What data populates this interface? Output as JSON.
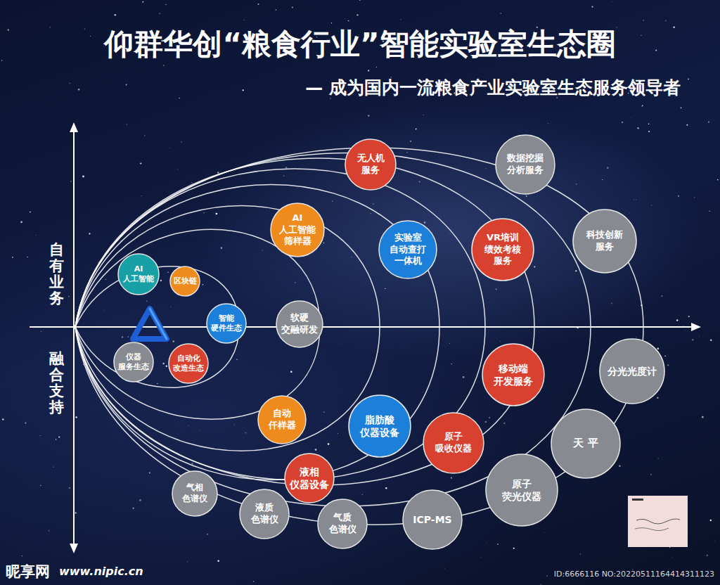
{
  "diagram": {
    "title": "仰群华创“粮食行业”智能实验室生态圈",
    "nodes": [
      {
        "text": [
          "无人机 服务"
        ]
      },
      {
        "text": [
          "数据挖掘 分析服务"
        ]
      },
      {
        "text": [
          "AI 人工智能 筛样器"
        ]
      },
      {
        "text": [
          "科技创新 服务"
        ]
      },
      {
        "text": [
          "实验室 自动查打 一体机"
        ]
      },
      {
        "text": [
          "VR培训 绩效考核 服务"
        ]
      },
      {
        "text": [
          "AI 人工智能"
        ]
      },
      {
        "text": [
          "区块链"
        ]
      },
      {
        "text": [
          "智能 硬件生态"
        ]
      },
      {
        "text": [
          "软硬 交融研发"
        ]
      },
      {
        "text": [
          "仪器 服务生态"
        ]
      },
      {
        "text": [
          "自动化 改造生态"
        ]
      },
      {
        "text": [
          "移动端 开发服务"
        ]
      },
      {
        "text": [
          "分光光度计"
        ]
      },
      {
        "text": [
          "自动 仟样器"
        ]
      },
      {
        "text": [
          "脂肪酸 仪器设备"
        ]
      },
      {
        "text": [
          "原子 吸收仪器"
        ]
      },
      {
        "text": [
          "天 平"
        ]
      },
      {
        "text": [
          "液相 仪器设备"
        ]
      },
      {
        "text": [
          "原子 荧光仪器"
        ]
      },
      {
        "text": [
          "气相 色谱仪"
        ]
      },
      {
        "text": [
          "液质 色谱仪"
        ]
      },
      {
        "text": [
          "ICP-MS"
        ]
      },
      {
        "text": [
          "气质 色谱仪"
        ]
      }
    ],
    "labels": [
      "— 成为国内一流粮食产业实验室生态服务领导者",
      "自有业务",
      "融合支持",
      "昵享网",
      "www.nipic.cn",
      "ID:6666116 NO:20220511164414311123"
    ]
  }
}
